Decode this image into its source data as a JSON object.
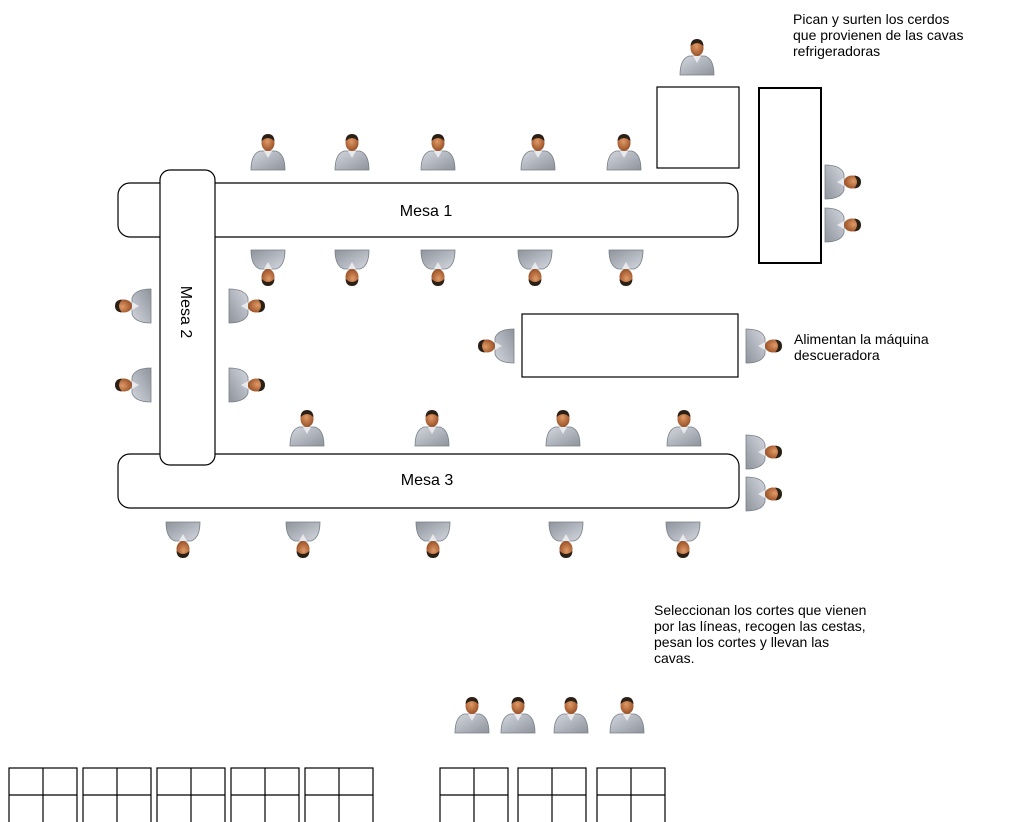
{
  "tables": {
    "mesa1": {
      "label": "Mesa 1"
    },
    "mesa2": {
      "label": "Mesa 2"
    },
    "mesa3": {
      "label": "Mesa 3"
    }
  },
  "notes": {
    "top_right": [
      "Pican y surten los cerdos",
      "que provienen de las cavas",
      "refrigeradoras"
    ],
    "middle_right": [
      "Alimentan la máquina",
      "descueradora"
    ],
    "bottom": [
      "Seleccionan los cortes que vienen",
      "por las líneas, recogen las cestas,",
      "pesan los cortes y llevan las",
      "cavas."
    ]
  },
  "colors": {
    "worker_shirt": "#9a9ea8",
    "worker_shirt_light": "#c9ccd3",
    "worker_head": "#c47a45",
    "worker_hair": "#2b2016",
    "outline": "#000000"
  },
  "icons": {
    "worker": "person-icon"
  }
}
